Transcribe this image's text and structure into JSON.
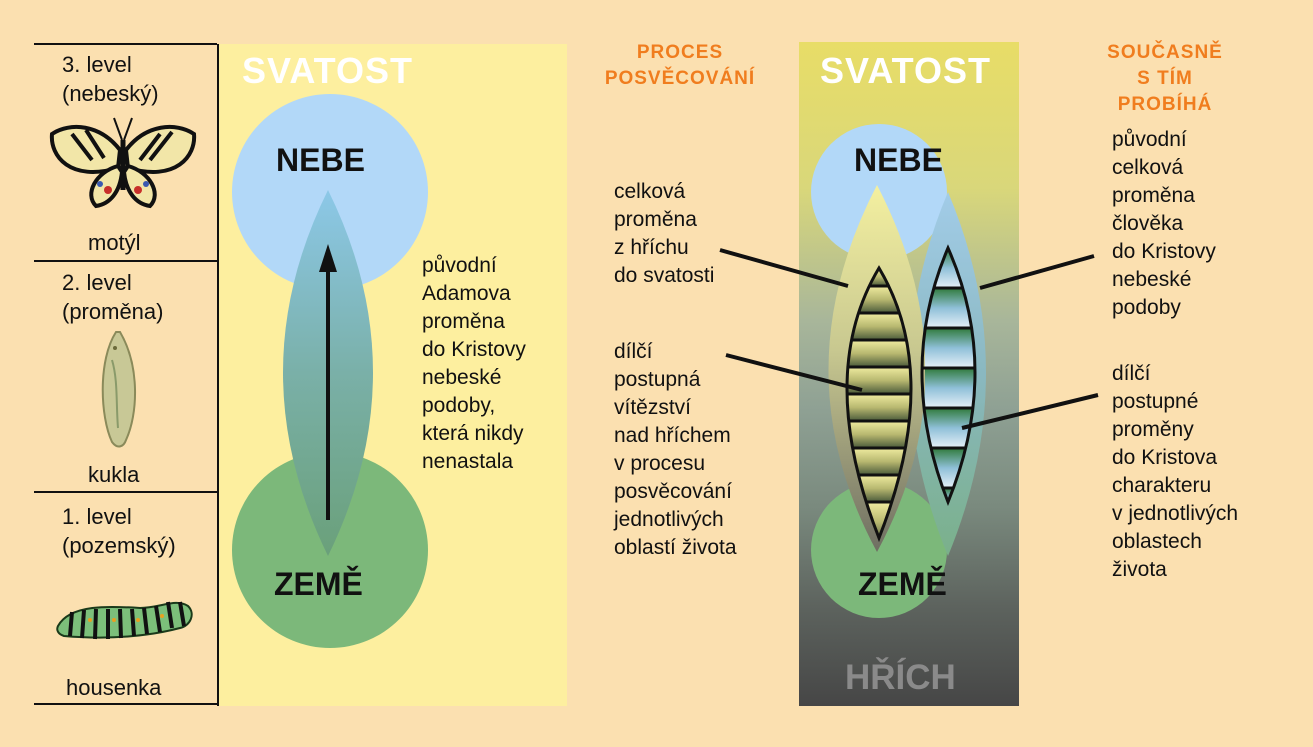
{
  "levels": [
    {
      "line1": "3. level",
      "line2": "(nebeský)",
      "caption": "motýl",
      "image": "butterfly-icon"
    },
    {
      "line1": "2. level",
      "line2": "(proměna)",
      "caption": "kukla",
      "image": "chrysalis-icon"
    },
    {
      "line1": "1. level",
      "line2": "(pozemský)",
      "caption": "housenka",
      "image": "caterpillar-icon"
    }
  ],
  "left_panel": {
    "title": "SVATOST",
    "top_circle": "NEBE",
    "bottom_circle": "ZEMĚ",
    "description": [
      "původní",
      "Adamova",
      "proměna",
      "do Kristovy",
      "nebeské",
      "podoby,",
      "která nikdy",
      "nenastala"
    ]
  },
  "center_heading": [
    "PROCES",
    "POSVĚCOVÁNÍ"
  ],
  "center_labels": {
    "upper": [
      "celková",
      "proměna",
      "z hříchu",
      "do svatosti"
    ],
    "lower": [
      "dílčí",
      "postupná",
      "vítězství",
      "nad hříchem",
      "v procesu",
      "posvěcování",
      "jednotlivých",
      "oblastí života"
    ]
  },
  "right_panel": {
    "title": "SVATOST",
    "top_circle": "NEBE",
    "bottom_circle": "ZEMĚ",
    "bottom_label": "HŘÍCH"
  },
  "right_heading": [
    "SOUČASNĚ",
    "S TÍM",
    "PROBÍHÁ"
  ],
  "right_labels": {
    "upper": [
      "původní",
      "celková",
      "proměna",
      "člověka",
      "do Kristovy",
      "nebeské",
      "podoby"
    ],
    "lower": [
      "dílčí",
      "postupné",
      "proměny",
      "do Kristova",
      "charakteru",
      "v jednotlivých",
      "oblastech",
      "života"
    ]
  },
  "colors": {
    "background": "#fbe0b0",
    "panel_yellow": "#fdef9f",
    "sky_blue": "#b2d8f8",
    "earth_green": "#7cb87a",
    "accent_orange": "#f07d1e"
  }
}
